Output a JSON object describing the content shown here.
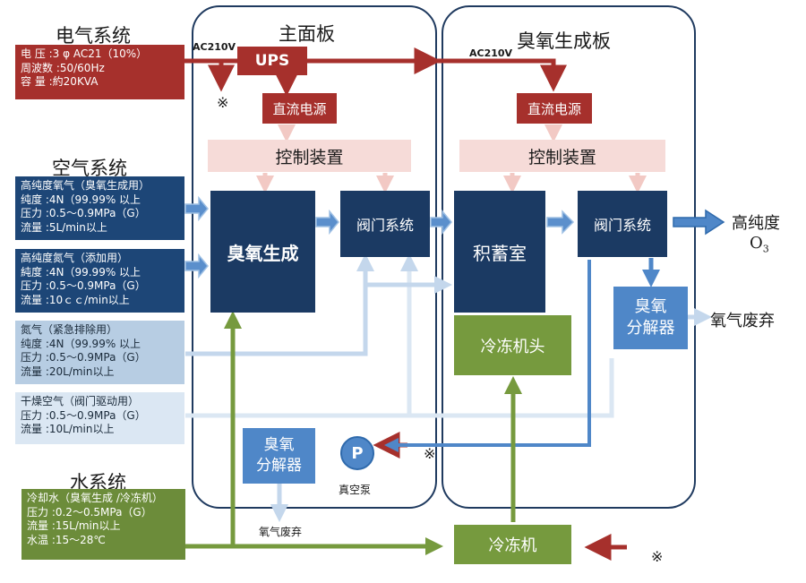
{
  "sections": {
    "electric": "电气系统",
    "air": "空气系统",
    "water": "水系统",
    "main_panel": "主面板",
    "ozone_panel": "臭氧生成板"
  },
  "specs": {
    "electric": [
      "电 压 :3 φ AC21（10%）",
      "周波数 :50/60Hz",
      "容 量 :約20KVA"
    ],
    "oxygen_gen": [
      "高纯度氧气（臭氧生成用）",
      "纯度 :4N（99.99% 以上",
      "压力 :0.5～0.9MPa（G）",
      "流量 :5L/min以上"
    ],
    "nitrogen_add": [
      "高纯度氮气（添加用）",
      "純度 :4N（99.99% 以上",
      "压力 :0.5～0.9MPa（G）",
      "流量 :10ｃｃ/min以上"
    ],
    "nitrogen_purge": [
      "氮气（紧急排除用）",
      "纯度 :4N（99.99% 以上",
      "压力 :0.5～0.9MPa（G）",
      "流量 :20L/min以上"
    ],
    "dry_air": [
      "干燥空气（阀门驱动用）",
      "压力 :0.5～0.9MPa（G）",
      "流量 :10L/min以上"
    ],
    "cooling_water": [
      "冷却水（臭氧生成 /冷冻机）",
      "压力 :0.2～0.5MPa（G）",
      "流量 :15L/min以上",
      "水温 :15～28℃"
    ]
  },
  "labels": {
    "ac_main": "AC210V",
    "ac_ozone": "AC210V",
    "ups": "UPS",
    "dc_main": "直流电源",
    "dc_ozone": "直流电源",
    "control_main": "控制装置",
    "control_ozone": "控制装置",
    "ozone_gen": "臭氧生成",
    "valve_main": "阀门系统",
    "accumulator": "积蓄室",
    "valve_ozone": "阀门系统",
    "chiller_head": "冷冻机头",
    "decomposer_right_1": "臭氧",
    "decomposer_right_2": "分解器",
    "decomposer_bottom_1": "臭氧",
    "decomposer_bottom_2": "分解器",
    "pump_letter": "P",
    "vacuum_pump": "真空泵",
    "chiller": "冷冻机",
    "output_1": "高纯度",
    "output_2": "O",
    "output_2_sub": "3",
    "oxygen_waste_right": "氧气废弃",
    "oxygen_waste_bottom": "氧气废弃",
    "mark_1": "※",
    "mark_2": "※",
    "mark_3": "※"
  }
}
